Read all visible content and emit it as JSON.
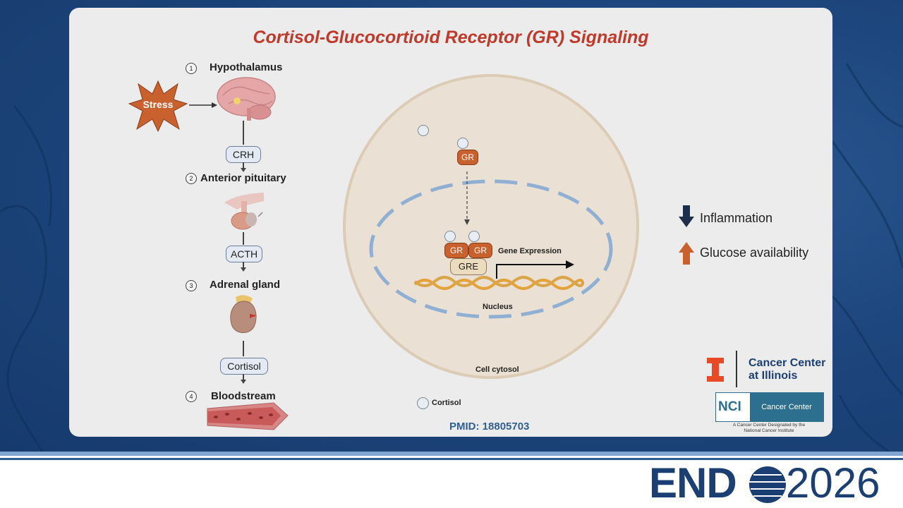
{
  "title": "Cortisol-Glucocortioid Receptor (GR) Signaling",
  "steps": [
    {
      "num": "1",
      "label": "Hypothalamus"
    },
    {
      "num": "2",
      "label": "Anterior pituitary"
    },
    {
      "num": "3",
      "label": "Adrenal gland"
    },
    {
      "num": "4",
      "label": "Bloodstream"
    }
  ],
  "stress_label": "Stress",
  "hormones": [
    "CRH",
    "ACTH",
    "Cortisol"
  ],
  "cell": {
    "gr_label": "GR",
    "gre_label": "GRE",
    "gene_expression_label": "Gene Expression",
    "nucleus_label": "Nucleus",
    "cytosol_label": "Cell cytosol"
  },
  "legend": {
    "cortisol_label": "Cortisol"
  },
  "pmid": "PMID: 18805703",
  "effects": [
    {
      "label": "Inflammation",
      "direction": "down",
      "color": "#1c2e4a"
    },
    {
      "label": "Glucose availability",
      "direction": "up",
      "color": "#c8612e"
    }
  ],
  "logos": {
    "cancer_center": [
      "Cancer Center",
      "at Illinois"
    ],
    "nci_short": "NCI",
    "nci_badge": "Cancer Center",
    "nci_caption": [
      "A Cancer Center Designated by the",
      "National Cancer Institute"
    ],
    "conference_word": "END",
    "conference_year": "2026"
  },
  "colors": {
    "title": "#c0392b",
    "accent_orange": "#c8612e",
    "illinois_orange": "#e84a27",
    "navy": "#1b3f73",
    "nci_blue": "#2c6f8f"
  }
}
